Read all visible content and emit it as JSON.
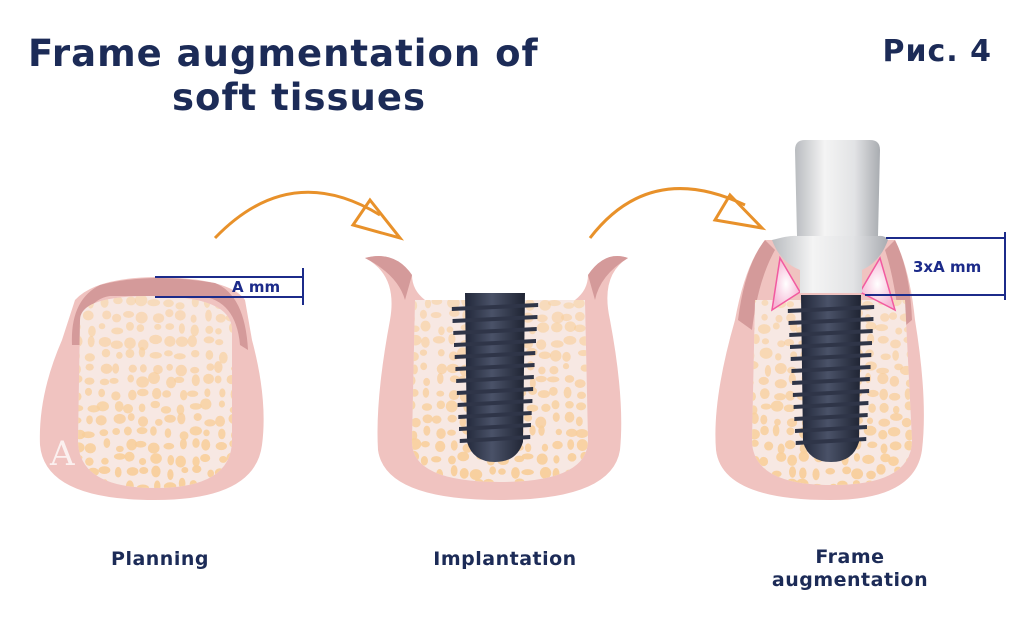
{
  "title": {
    "line1": "Frame augmentation of",
    "line2": "soft tissues"
  },
  "figure_label": "Рис. 4",
  "panels": [
    {
      "caption": "Planning",
      "measurement": "A mm"
    },
    {
      "caption": "Implantation"
    },
    {
      "caption_line1": "Frame",
      "caption_line2": "augmentation",
      "measurement": "3xA mm"
    }
  ],
  "logo": "A",
  "colors": {
    "navy": "#1c2b57",
    "gum": "#f0c3c0",
    "gum_dark": "#d49a9a",
    "bone": "#f7e8e3",
    "cell": "#f8cf9c",
    "implant": "#2f3548",
    "arrow": "#e8912a",
    "graft": "#f25aa0"
  }
}
